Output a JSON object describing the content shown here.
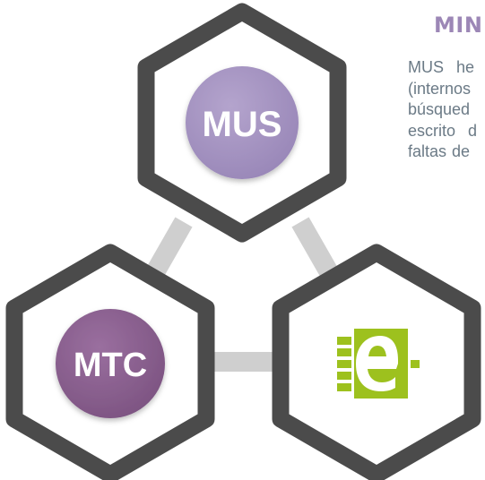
{
  "title": "MIN",
  "description_lines": [
    [
      "MUS",
      "he"
    ],
    [
      "(internos"
    ],
    [
      "búsqued"
    ],
    [
      "escrito",
      "d"
    ],
    [
      "faltas",
      "de"
    ]
  ],
  "nodes": {
    "mus": {
      "label": "MUS",
      "color": "#a795c2"
    },
    "mtc": {
      "label": "MTC",
      "color": "#8c6391"
    },
    "eoffice": {
      "label": "e-",
      "icon": "e-logo-icon",
      "color": "#9dc11e"
    }
  },
  "colors": {
    "hexagon_stroke": "#4b4b4b",
    "connector": "#cfcfcf",
    "heading": "#9c87b6",
    "paragraph": "#6b7a86"
  }
}
